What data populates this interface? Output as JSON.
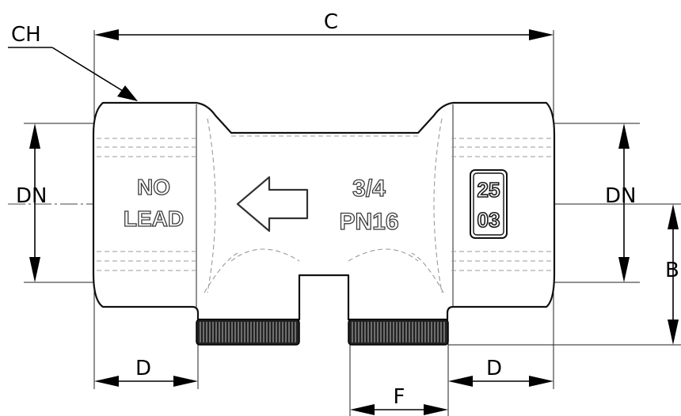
{
  "dimensions": {
    "ch": "CH",
    "c": "C",
    "dn_left": "DN",
    "dn_right": "DN",
    "b": "B",
    "d_left": "D",
    "d_right": "D",
    "f": "F"
  },
  "markings": {
    "no_lead_line1": "NO",
    "no_lead_line2": "LEAD",
    "size": "3/4",
    "pressure": "PN16",
    "date_top": "25",
    "date_bottom": "03"
  }
}
